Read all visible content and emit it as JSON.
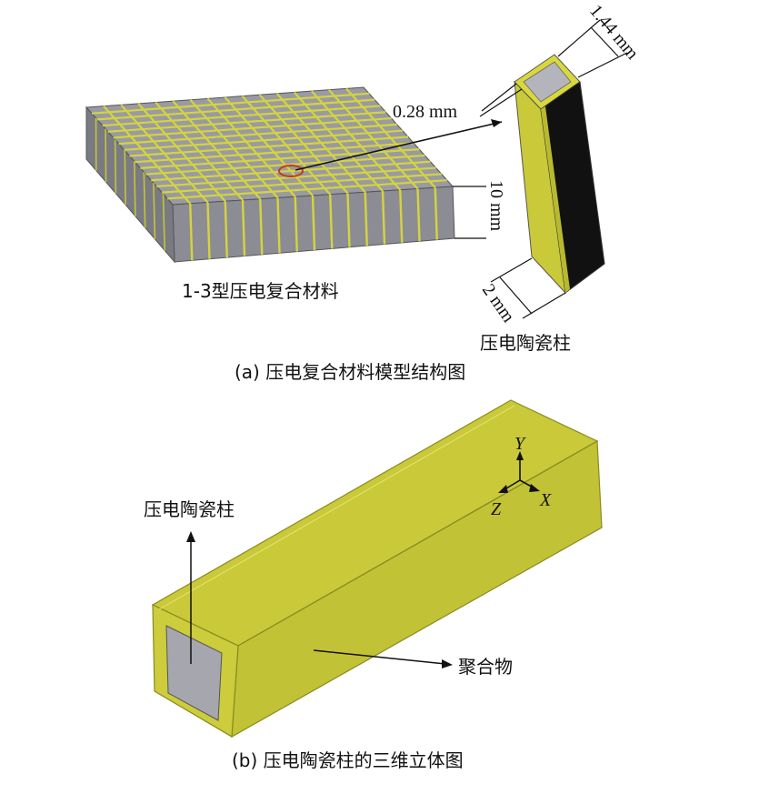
{
  "panel_a": {
    "composite_label": "1-3型压电复合材料",
    "column_label": "压电陶瓷柱",
    "dim_width": "1.44 mm",
    "dim_wall": "0.28 mm",
    "dim_height": "10 mm",
    "dim_base": "2 mm",
    "caption": "(a) 压电复合材料模型结构图"
  },
  "panel_b": {
    "column_label": "压电陶瓷柱",
    "polymer_label": "聚合物",
    "axis_y": "Y",
    "axis_x": "X",
    "axis_z": "Z",
    "caption": "(b) 压电陶瓷柱的三维立体图"
  },
  "colors": {
    "polymer": "#c9c93a",
    "polymer_side": "#a9a92a",
    "ceramic": "#a6a6ae",
    "ceramic_dark": "#6f6f78",
    "column_dark_face": "#111111"
  }
}
